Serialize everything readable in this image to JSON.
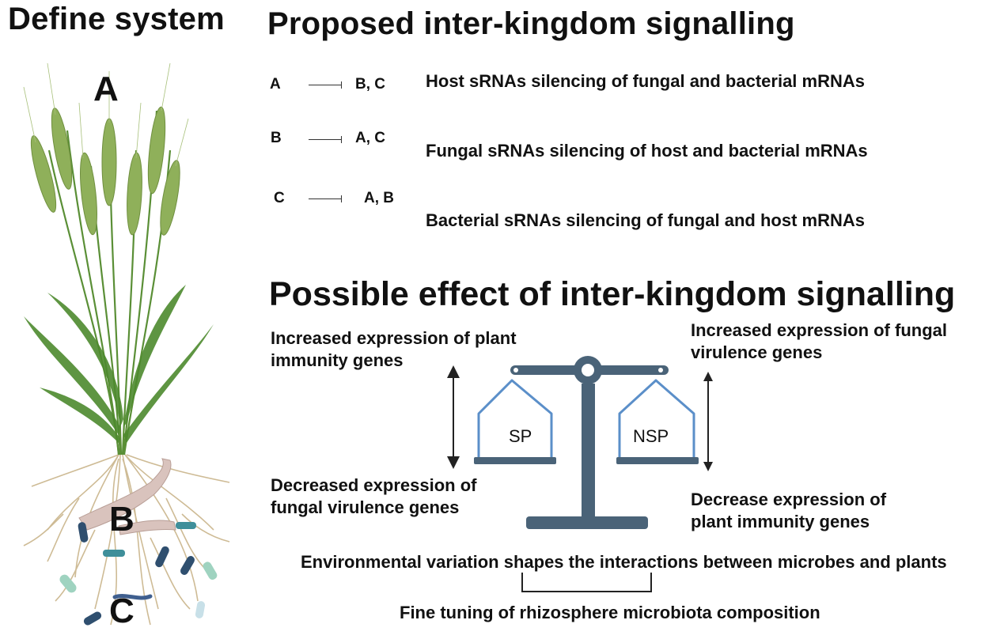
{
  "left_panel": {
    "title": "Define system",
    "label_a": "A",
    "label_b": "B",
    "label_c": "C"
  },
  "signalling": {
    "title": "Proposed inter-kingdom signalling",
    "rows": [
      {
        "source": "A",
        "targets": "B, C",
        "description": "Host sRNAs silencing of fungal and bacterial mRNAs"
      },
      {
        "source": "B",
        "targets": "A, C",
        "description": "Fungal sRNAs silencing of host and bacterial mRNAs"
      },
      {
        "source": "C",
        "targets": "A, B",
        "description": "Bacterial sRNAs silencing of fungal and host mRNAs"
      }
    ]
  },
  "effect": {
    "title": "Possible effect of inter-kingdom signalling",
    "top_left": [
      "Increased expression of plant",
      "immunity genes"
    ],
    "bottom_left": [
      "Decreased expression of",
      "fungal virulence genes"
    ],
    "top_right": [
      "Increased  expression of fungal",
      "virulence genes"
    ],
    "bottom_right": [
      "Decrease expression of",
      "plant immunity genes"
    ],
    "left_pan": "SP",
    "right_pan": "NSP"
  },
  "footer": {
    "environment": "Environmental variation shapes the interactions between microbes and plants",
    "fine_tuning": "Fine tuning  of rhizosphere microbiota composition"
  },
  "colors": {
    "scale": "#4a6378",
    "pan_outline": "#5b8fc9",
    "wheat_green": "#8fb05a",
    "leaf_green": "#4d8a2e",
    "roots": "#c9b48a",
    "fungus": "#d9c3bd",
    "bacteria_dark": "#2f4f6f",
    "bacteria_teal": "#3f8f9a",
    "bacteria_mint": "#9fd3c0"
  }
}
